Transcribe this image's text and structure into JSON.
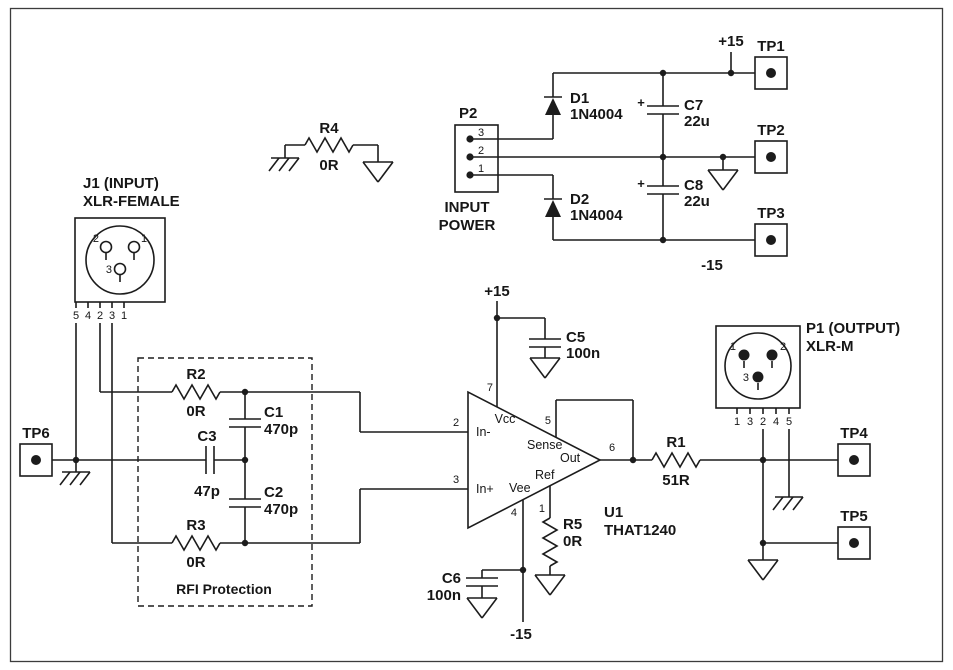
{
  "colors": {
    "line": "#1c1c1c",
    "background": "#ffffff"
  },
  "power": {
    "pos_rail": "+15",
    "neg_rail": "-15",
    "u1_pos": "+15",
    "u1_neg": "-15"
  },
  "test_points": {
    "tp1": "TP1",
    "tp2": "TP2",
    "tp3": "TP3",
    "tp4": "TP4",
    "tp5": "TP5",
    "tp6": "TP6"
  },
  "connectors": {
    "j1": {
      "title": "J1 (INPUT)",
      "subtitle": "XLR-FEMALE",
      "face_pins": [
        "2",
        "1",
        "3"
      ],
      "bottom_pins": [
        "5",
        "4",
        "2",
        "3",
        "1"
      ]
    },
    "p1": {
      "title": "P1 (OUTPUT)",
      "subtitle": "XLR-M",
      "face_pins": [
        "1",
        "2",
        "3"
      ],
      "bottom_pins": [
        "1",
        "3",
        "2",
        "4",
        "5"
      ]
    },
    "p2": {
      "ref": "P2",
      "pins": [
        "3",
        "2",
        "1"
      ],
      "caption_line1": "INPUT",
      "caption_line2": "POWER"
    }
  },
  "components": {
    "r1": {
      "ref": "R1",
      "value": "51R"
    },
    "r2": {
      "ref": "R2",
      "value": "0R"
    },
    "r3": {
      "ref": "R3",
      "value": "0R"
    },
    "r4": {
      "ref": "R4",
      "value": "0R"
    },
    "r5": {
      "ref": "R5",
      "value": "0R"
    },
    "c1": {
      "ref": "C1",
      "value": "470p"
    },
    "c2": {
      "ref": "C2",
      "value": "470p"
    },
    "c3": {
      "ref": "C3",
      "value": "47p"
    },
    "c5": {
      "ref": "C5",
      "value": "100n"
    },
    "c6": {
      "ref": "C6",
      "value": "100n"
    },
    "c7": {
      "ref": "C7",
      "value": "22u",
      "polarity": "+"
    },
    "c8": {
      "ref": "C8",
      "value": "22u",
      "polarity": "+"
    },
    "d1": {
      "ref": "D1",
      "value": "1N4004"
    },
    "d2": {
      "ref": "D2",
      "value": "1N4004"
    },
    "u1": {
      "ref": "U1",
      "value": "THAT1240",
      "pin_names": {
        "vcc": "Vcc",
        "in_minus": "In-",
        "in_plus": "In+",
        "vee": "Vee",
        "sense": "Sense",
        "out": "Out",
        "ref": "Ref"
      },
      "pin_numbers": {
        "in_minus": "2",
        "in_plus": "3",
        "vcc": "7",
        "vee": "4",
        "ref": "1",
        "sense": "5",
        "out": "6"
      }
    }
  },
  "sections": {
    "rfi_label": "RFI Protection"
  }
}
